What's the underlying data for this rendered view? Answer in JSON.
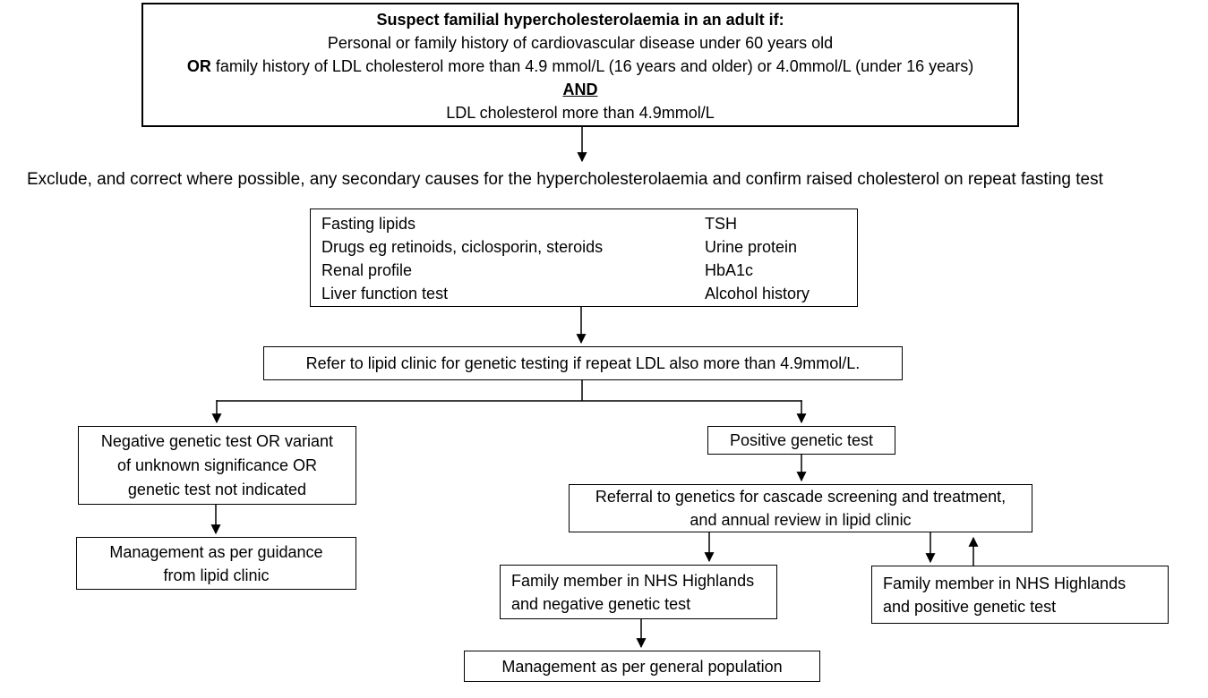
{
  "colors": {
    "background": "#ffffff",
    "border": "#000000",
    "text": "#000000"
  },
  "suspect_box": {
    "title": "Suspect familial hypercholesterolaemia in an adult if:",
    "history_line": "Personal or family history of cardiovascular disease under 60 years old",
    "or_label": "OR",
    "or_line": "family history of LDL cholesterol more than 4.9 mmol/L (16 years and older) or 4.0mmol/L (under 16 years)",
    "and_label": "AND",
    "ldl_line": "LDL cholesterol more than 4.9mmol/L"
  },
  "exclude_text": "Exclude, and correct where possible, any secondary causes for the hypercholesterolaemia and confirm raised cholesterol on repeat fasting test",
  "secondary_causes": {
    "left": [
      "Fasting lipids",
      "Drugs eg retinoids, ciclosporin, steroids",
      "Renal profile",
      "Liver function test"
    ],
    "right": [
      "TSH",
      "Urine protein",
      "HbA1c",
      "Alcohol history"
    ]
  },
  "refer_text": "Refer to lipid clinic for genetic testing if repeat LDL also more than 4.9mmol/L.",
  "negative_box": {
    "lines": [
      "Negative genetic test OR variant",
      "of unknown significance OR",
      "genetic test not indicated"
    ]
  },
  "management_guidance_box": {
    "lines": [
      "Management as per guidance",
      "from lipid clinic"
    ]
  },
  "positive_text": "Positive genetic test",
  "referral_box": {
    "lines": [
      "Referral to genetics for cascade screening and treatment,",
      "and annual review in lipid clinic"
    ]
  },
  "family_negative_box": {
    "lines": [
      "Family member in NHS Highlands",
      "and negative genetic test"
    ]
  },
  "family_positive_box": {
    "lines": [
      "Family member in NHS Highlands",
      "and positive genetic test"
    ]
  },
  "management_general_text": "Management as per general population"
}
